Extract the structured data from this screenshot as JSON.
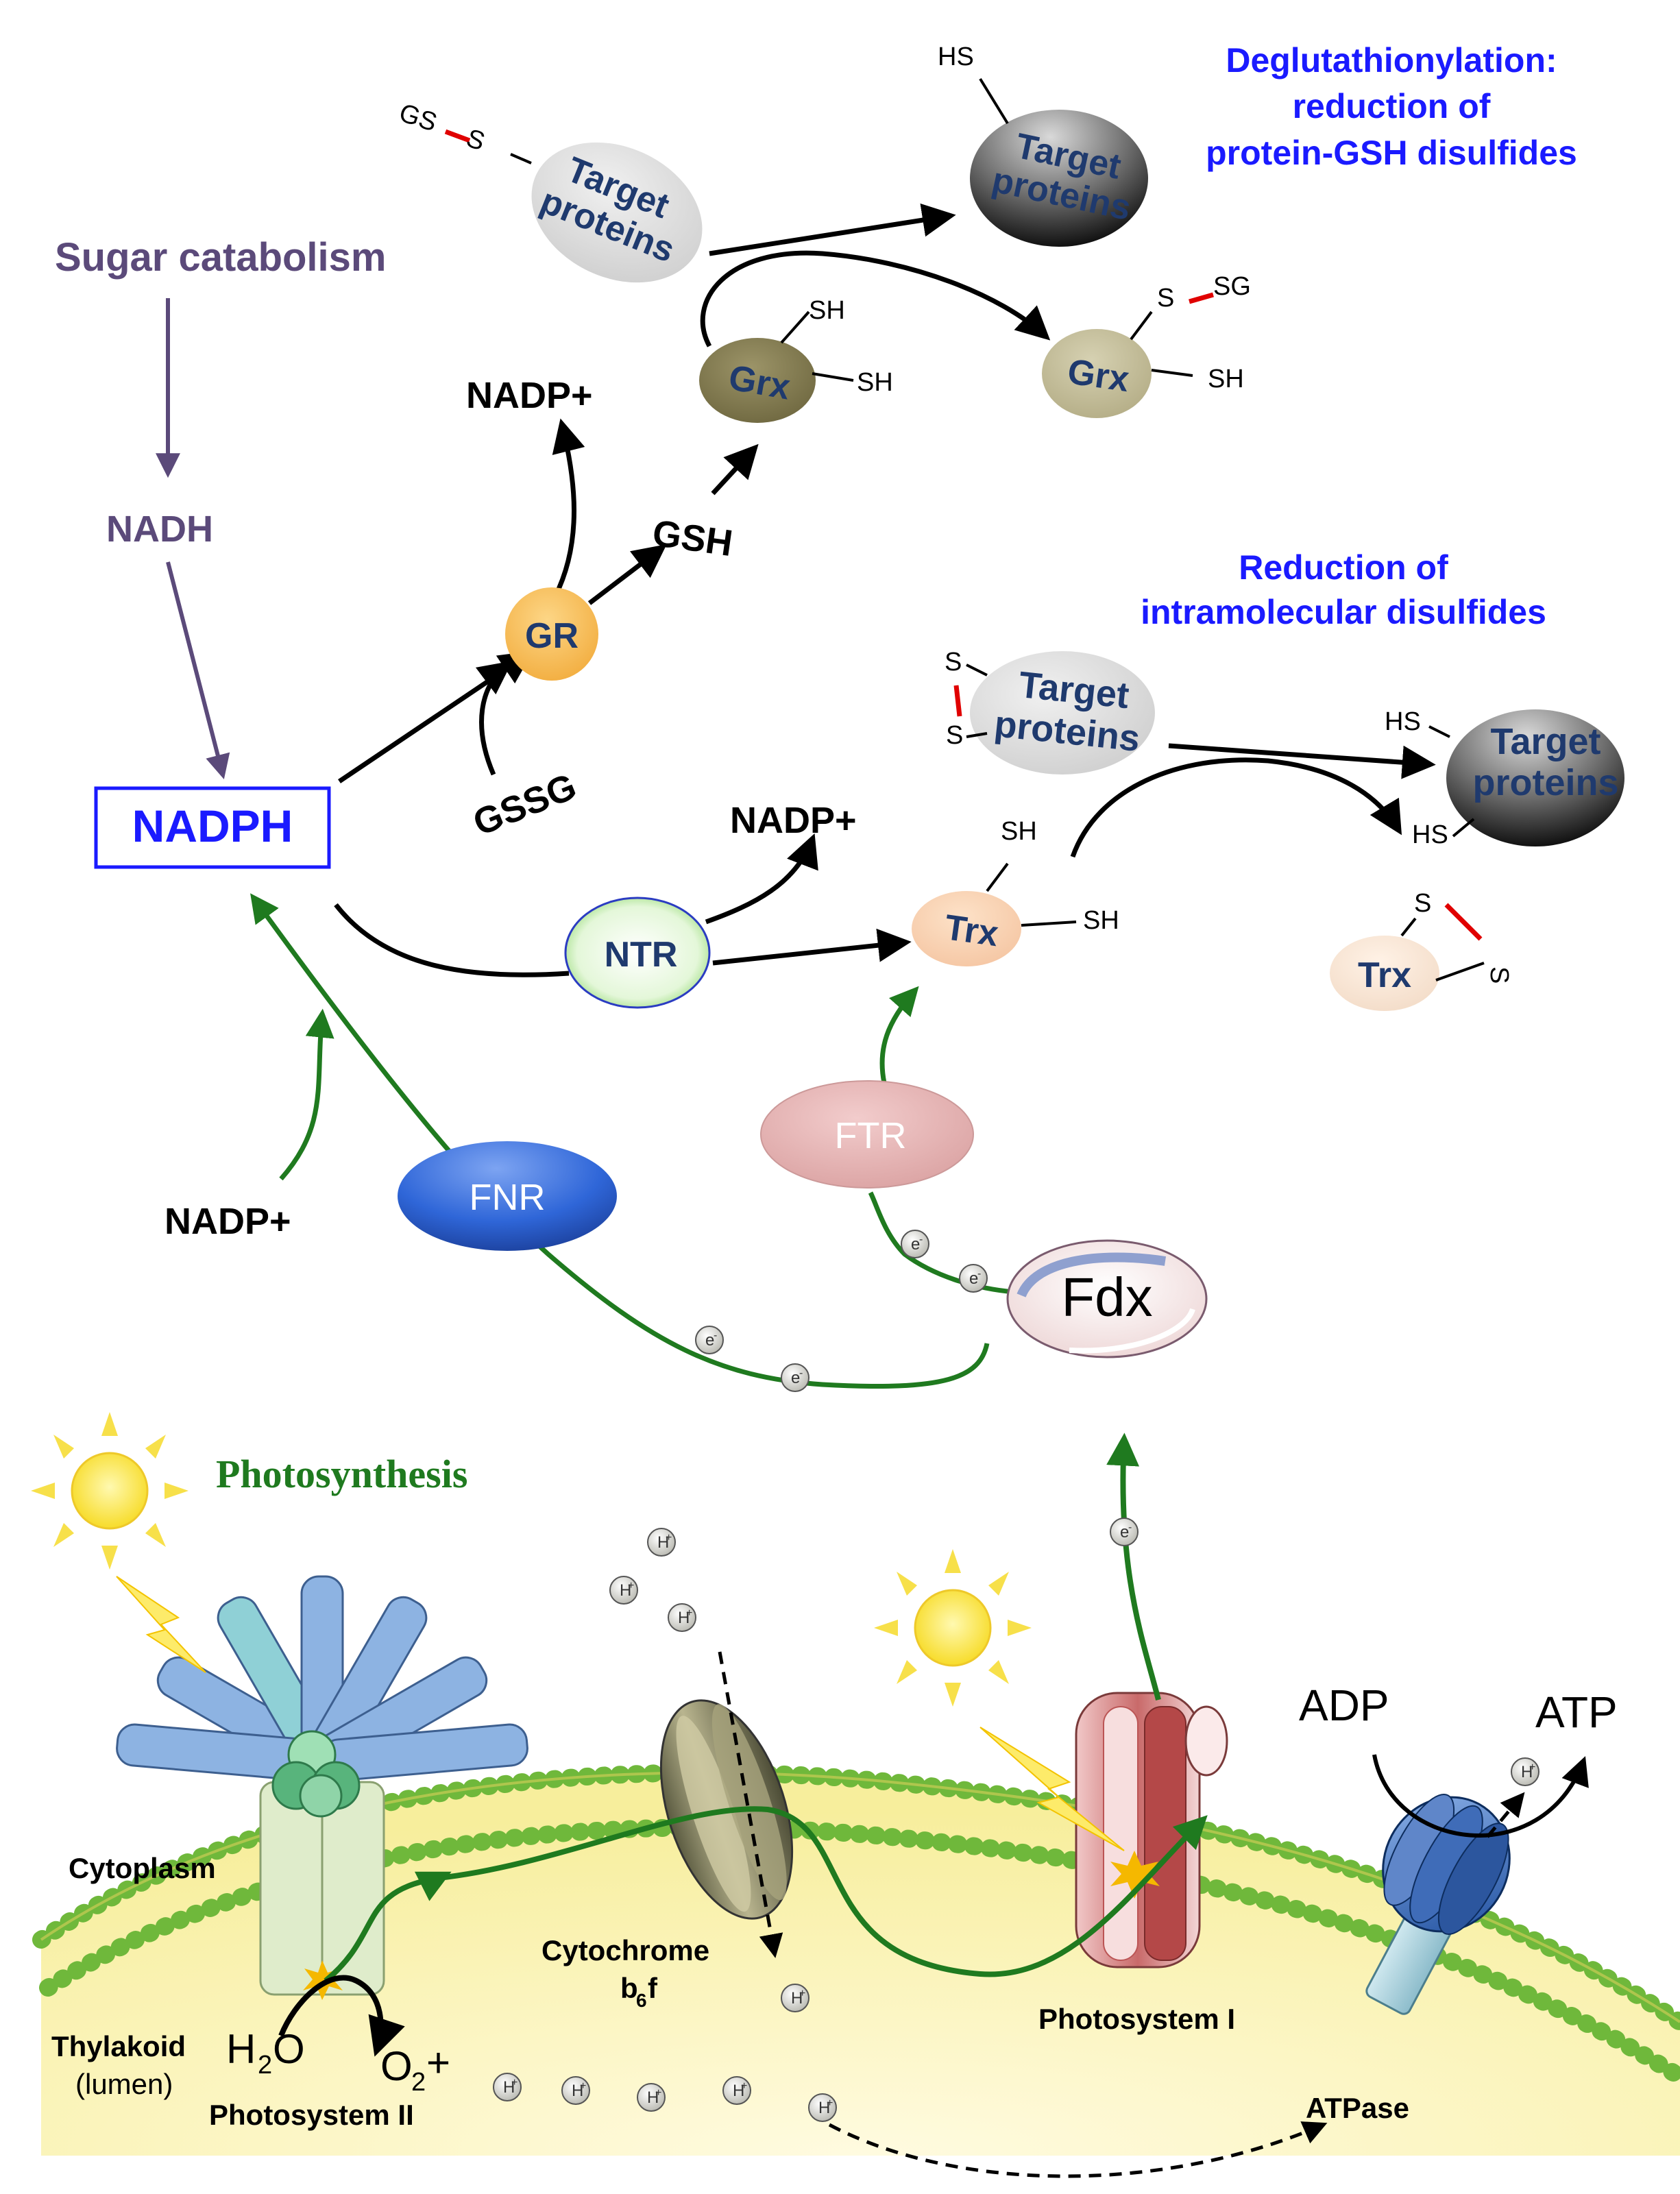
{
  "labels": {
    "sugar_catabolism": "Sugar catabolism",
    "nadh": "NADH",
    "nadph": "NADPH",
    "nadp_plus_top": "NADP+",
    "nadp_plus_mid": "NADP+",
    "nadp_plus_bottom": "NADP+",
    "gsh": "GSH",
    "gssg": "GSSG",
    "photosynthesis": "Photosynthesis",
    "adp": "ADP",
    "atp": "ATP",
    "cytoplasm": "Cytoplasm",
    "thylakoid": "Thylakoid",
    "lumen": "(lumen)",
    "h2o_h": "H",
    "h2o_sub": "2",
    "h2o_o": "O",
    "o2_o": "O",
    "o2_sub": "2",
    "o2_plus": "+",
    "photosystem_ii": "Photosystem II",
    "photosystem_i": "Photosystem I",
    "cytochrome": "Cytochrome",
    "b6f_b": "b",
    "b6f_sub": "6",
    "b6f_f": "f",
    "atpase": "ATPase"
  },
  "enzymes": {
    "gr": "GR",
    "ntr": "NTR",
    "fnr": "FNR",
    "ftr": "FTR",
    "fdx": "Fdx",
    "grx": "Grx",
    "trx": "Trx"
  },
  "deglut": {
    "title_line1": "Deglutathionylation:",
    "title_line2": "reduction of",
    "title_line3": "protein-GSH disulfides"
  },
  "intramol": {
    "title_line1": "Reduction of",
    "title_line2": "intramolecular disulfides"
  },
  "proteins": {
    "target_line1": "Target",
    "target_line2": "proteins"
  },
  "groups": {
    "gs": "GS",
    "s": "S",
    "hs": "HS",
    "sh": "SH",
    "sg": "SG",
    "electron": "e",
    "electron_sup": "-",
    "proton": "H",
    "proton_sup": "+"
  },
  "colors": {
    "nadph_blue": "#1a1aff",
    "sugar_purple": "#5b4a7a",
    "green_path": "#1f7a1f",
    "gr_orange": "#f9c05a",
    "fnr_blue": "#2f66d8",
    "ftr_pink": "#e6b0b0",
    "membrane_yellow": "#fbf3a8",
    "disulfide_red": "#e00000"
  }
}
